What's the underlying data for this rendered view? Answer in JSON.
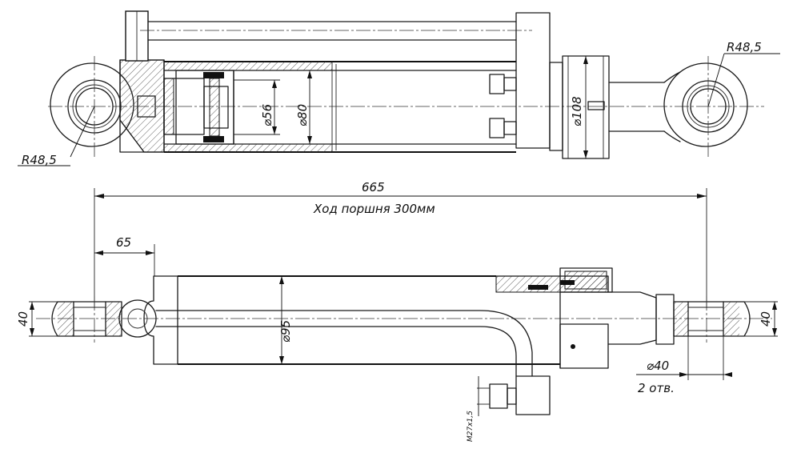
{
  "dimensions": {
    "radius_left": "R48,5",
    "radius_right": "R48,5",
    "dia_rod": "⌀56",
    "dia_bore": "⌀80",
    "dia_head": "⌀108",
    "overall_length": "665",
    "stroke_note": "Ход поршня 300мм",
    "offset_65": "65",
    "dia_tube": "⌀95",
    "width_left": "40",
    "width_right": "40",
    "dia_pin": "⌀40",
    "holes_note": "2 отв.",
    "port_thread": "M27x1,5"
  }
}
